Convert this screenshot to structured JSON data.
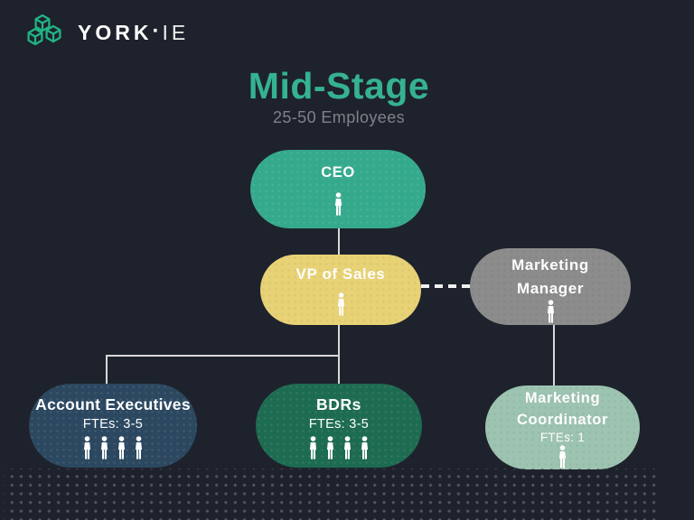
{
  "brand": {
    "primary": "YORK",
    "separator": "·",
    "secondary": "IE"
  },
  "header": {
    "title": "Mid-Stage",
    "subtitle": "25-50 Employees"
  },
  "colors": {
    "background": "#1e222c",
    "title_accent": "#35b292",
    "subtitle_gray": "#7d828a",
    "connector": "#d8d8d8",
    "logo_green": "#21b584",
    "ceo_green": "#35a98c",
    "vp_yellow": "#e8d276",
    "marketing_manager_gray": "#8c8c8c",
    "account_executives_navy": "#2b4860",
    "bdrs_dark_green": "#1d6b51",
    "marketing_coordinator_sage": "#9dc3b1"
  },
  "nodes": {
    "ceo": {
      "label": "CEO",
      "people": 1,
      "reports_to": null
    },
    "vp_sales": {
      "label": "VP of Sales",
      "people": 1,
      "reports_to": "ceo"
    },
    "marketing_manager": {
      "label": "Marketing Manager",
      "people": 1,
      "linked_to": "vp_sales",
      "link_style": "dashed"
    },
    "account_executives": {
      "label": "Account Executives",
      "fte": "FTEs: 3-5",
      "people": 4,
      "reports_to": "vp_sales"
    },
    "bdrs": {
      "label": "BDRs",
      "fte": "FTEs: 3-5",
      "people": 4,
      "reports_to": "vp_sales"
    },
    "marketing_coordinator": {
      "label": "Marketing Coordinator",
      "fte": "FTEs: 1",
      "people": 1,
      "reports_to": "marketing_manager"
    }
  }
}
